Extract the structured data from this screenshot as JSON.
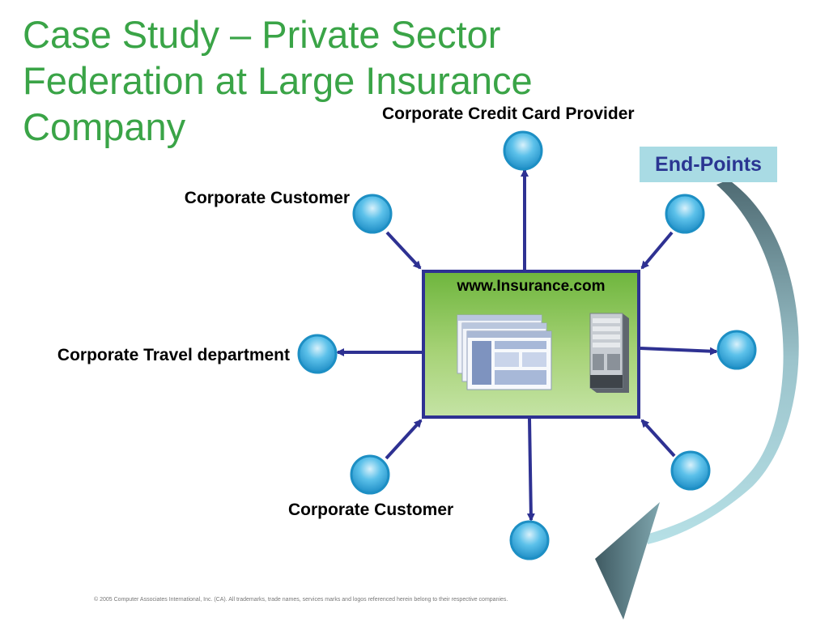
{
  "slide": {
    "title_lines": [
      "Case Study – Private Sector",
      "Federation at Large Insurance",
      "Company"
    ]
  },
  "labels": {
    "credit_card": "Corporate Credit Card Provider",
    "customer_top": "Corporate Customer",
    "travel": "Corporate Travel department",
    "customer_bottom": "Corporate Customer"
  },
  "badge": {
    "text": "End-Points"
  },
  "hub": {
    "url": "www.Insurance.com"
  },
  "footer": {
    "copyright": "© 2005 Computer Associates International, Inc. (CA). All trademarks, trade names, services marks and logos referenced herein belong to their respective companies."
  },
  "colors": {
    "title": "#3aa447",
    "arrows": "#2e3192",
    "node_fill": "#3aaee0",
    "node_stroke": "#1d8fc4",
    "badge_bg": "#a9dbe4",
    "badge_text": "#2a3592"
  },
  "icons": {
    "browser": "browser-windows-icon",
    "server": "server-tower-icon",
    "endpoint": "globe-sphere-icon"
  }
}
